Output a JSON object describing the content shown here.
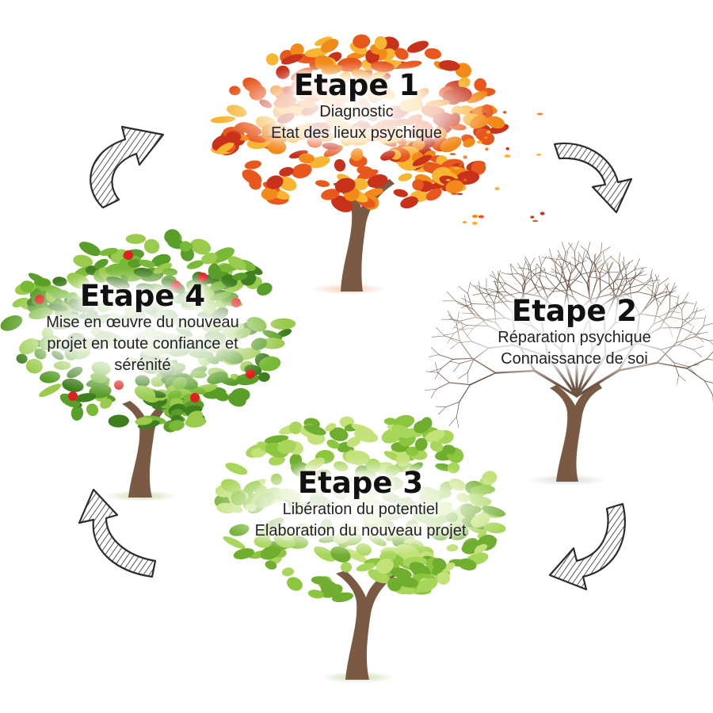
{
  "diagram": {
    "colors": {
      "autumn_leaf": [
        "#e8571c",
        "#f28a1a",
        "#f7b531",
        "#c8321a"
      ],
      "spring_leaf": [
        "#8cc63f",
        "#a8d65a",
        "#6fae2e",
        "#c4e27a"
      ],
      "summer_leaf": [
        "#5a9e2a",
        "#79b938",
        "#3f7f1f",
        "#9acb4c"
      ],
      "trunk": "#7a5a43",
      "bare_branch": "#6b5444",
      "apple": "#e0201e",
      "arrow_stroke": "#2b2b2b"
    },
    "steps": [
      {
        "id": "1",
        "season": "autumn",
        "title": "Etape 1",
        "lines": [
          "Diagnostic",
          "Etat des lieux psychique"
        ]
      },
      {
        "id": "2",
        "season": "winter",
        "title": "Etape 2",
        "lines": [
          "Réparation psychique",
          "Connaissance de soi"
        ]
      },
      {
        "id": "3",
        "season": "spring",
        "title": "Etape 3",
        "lines": [
          "Libération du potentiel",
          "Elaboration du nouveau projet"
        ]
      },
      {
        "id": "4",
        "season": "summer",
        "title": "Etape 4",
        "lines": [
          "Mise en œuvre du nouveau",
          "projet en toute confiance et",
          "sérénité"
        ]
      }
    ],
    "arrows": [
      {
        "id": "1-to-2",
        "icon": "curved-hatched-arrow"
      },
      {
        "id": "2-to-3",
        "icon": "curved-hatched-arrow"
      },
      {
        "id": "3-to-4",
        "icon": "curved-hatched-arrow"
      },
      {
        "id": "4-to-1",
        "icon": "curved-hatched-arrow"
      }
    ]
  }
}
